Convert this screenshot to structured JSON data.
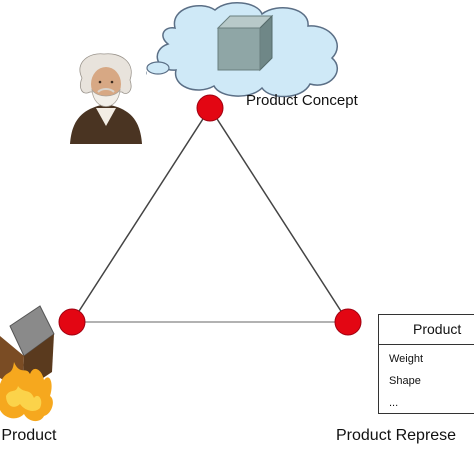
{
  "nodes": {
    "concept": {
      "label": "Product Concept",
      "color": "#e30613"
    },
    "physical": {
      "label": "e Product",
      "color": "#e30613"
    },
    "representation": {
      "label": "Product Represe",
      "color": "#e30613"
    }
  },
  "uml_class": {
    "title": "Product",
    "attributes": [
      "Weight",
      "Shape",
      "..."
    ]
  },
  "colors": {
    "node": "#e30613",
    "edge": "#444444",
    "cloud_fill": "#cfe9f7",
    "cloud_stroke": "#5b6f86",
    "cube": "#8fa6a6"
  },
  "icons": [
    "thinker-portrait-icon",
    "thought-cloud-icon",
    "cube-icon",
    "burning-box-icon"
  ]
}
